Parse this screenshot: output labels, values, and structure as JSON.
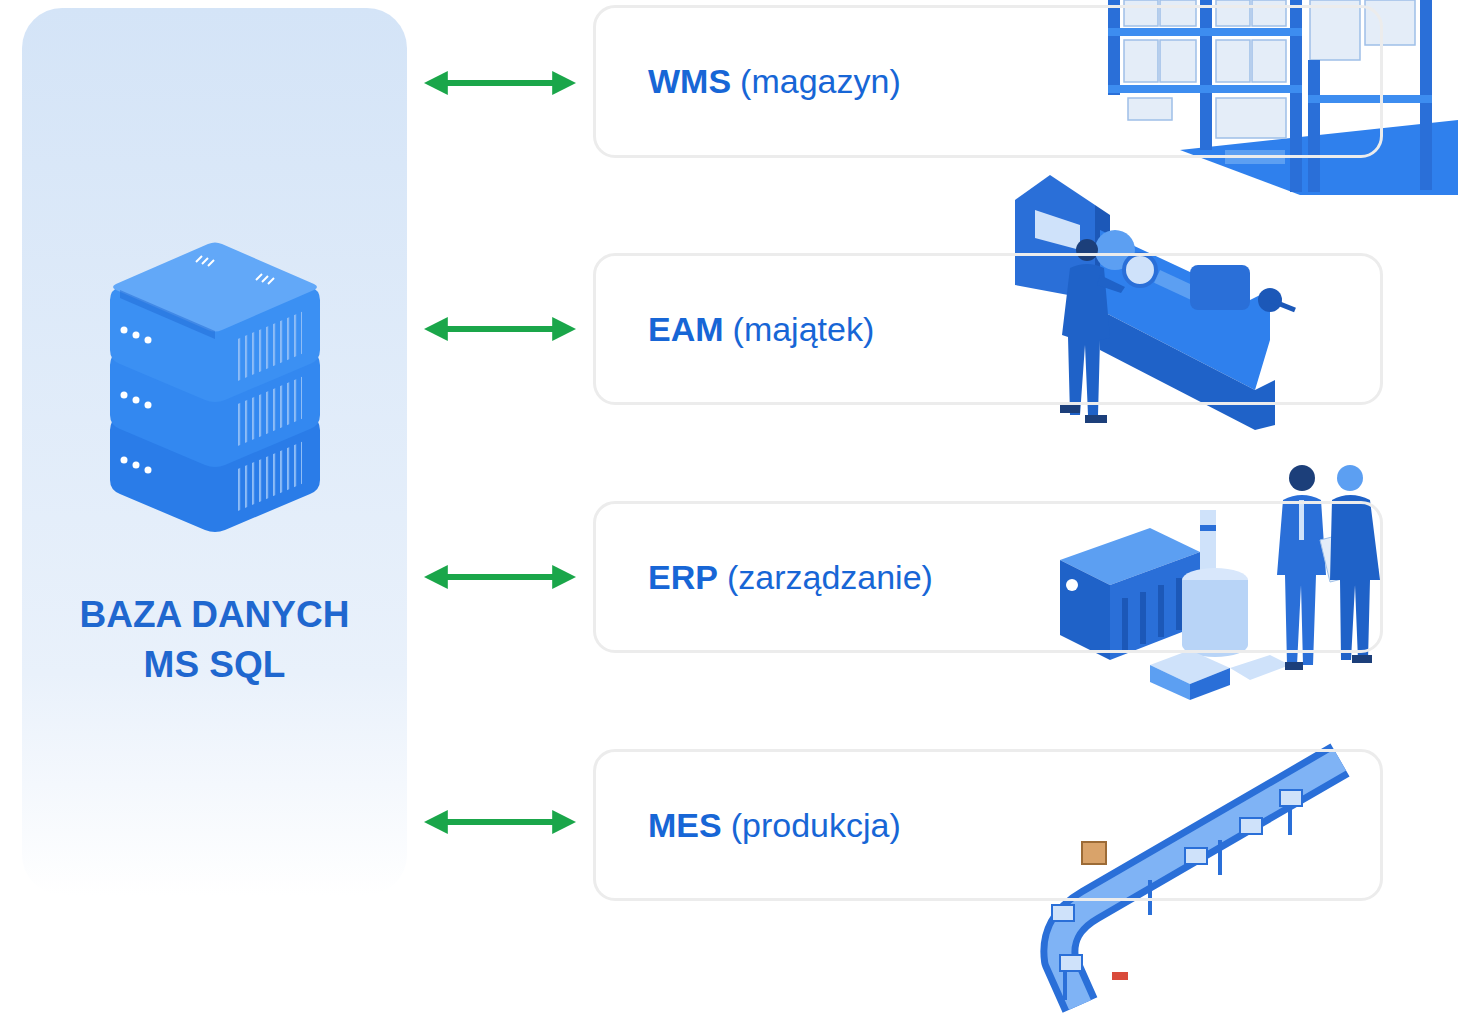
{
  "diagram": {
    "nodes": [
      {
        "text": [
          "BAZA DANYCH MS SQL"
        ]
      },
      {
        "text": [
          "WMS",
          "(magazyn)"
        ]
      },
      {
        "text": [
          "EAM",
          "(majątek)"
        ]
      },
      {
        "text": [
          "ERP",
          "(zarządzanie)"
        ]
      },
      {
        "text": [
          "MES",
          "(produkcja)"
        ]
      }
    ],
    "edges": [
      {
        "from": 0,
        "to": 1,
        "arrow": "both"
      },
      {
        "from": 0,
        "to": 2,
        "arrow": "both"
      },
      {
        "from": 0,
        "to": 3,
        "arrow": "both"
      },
      {
        "from": 0,
        "to": 4,
        "arrow": "both"
      }
    ]
  }
}
